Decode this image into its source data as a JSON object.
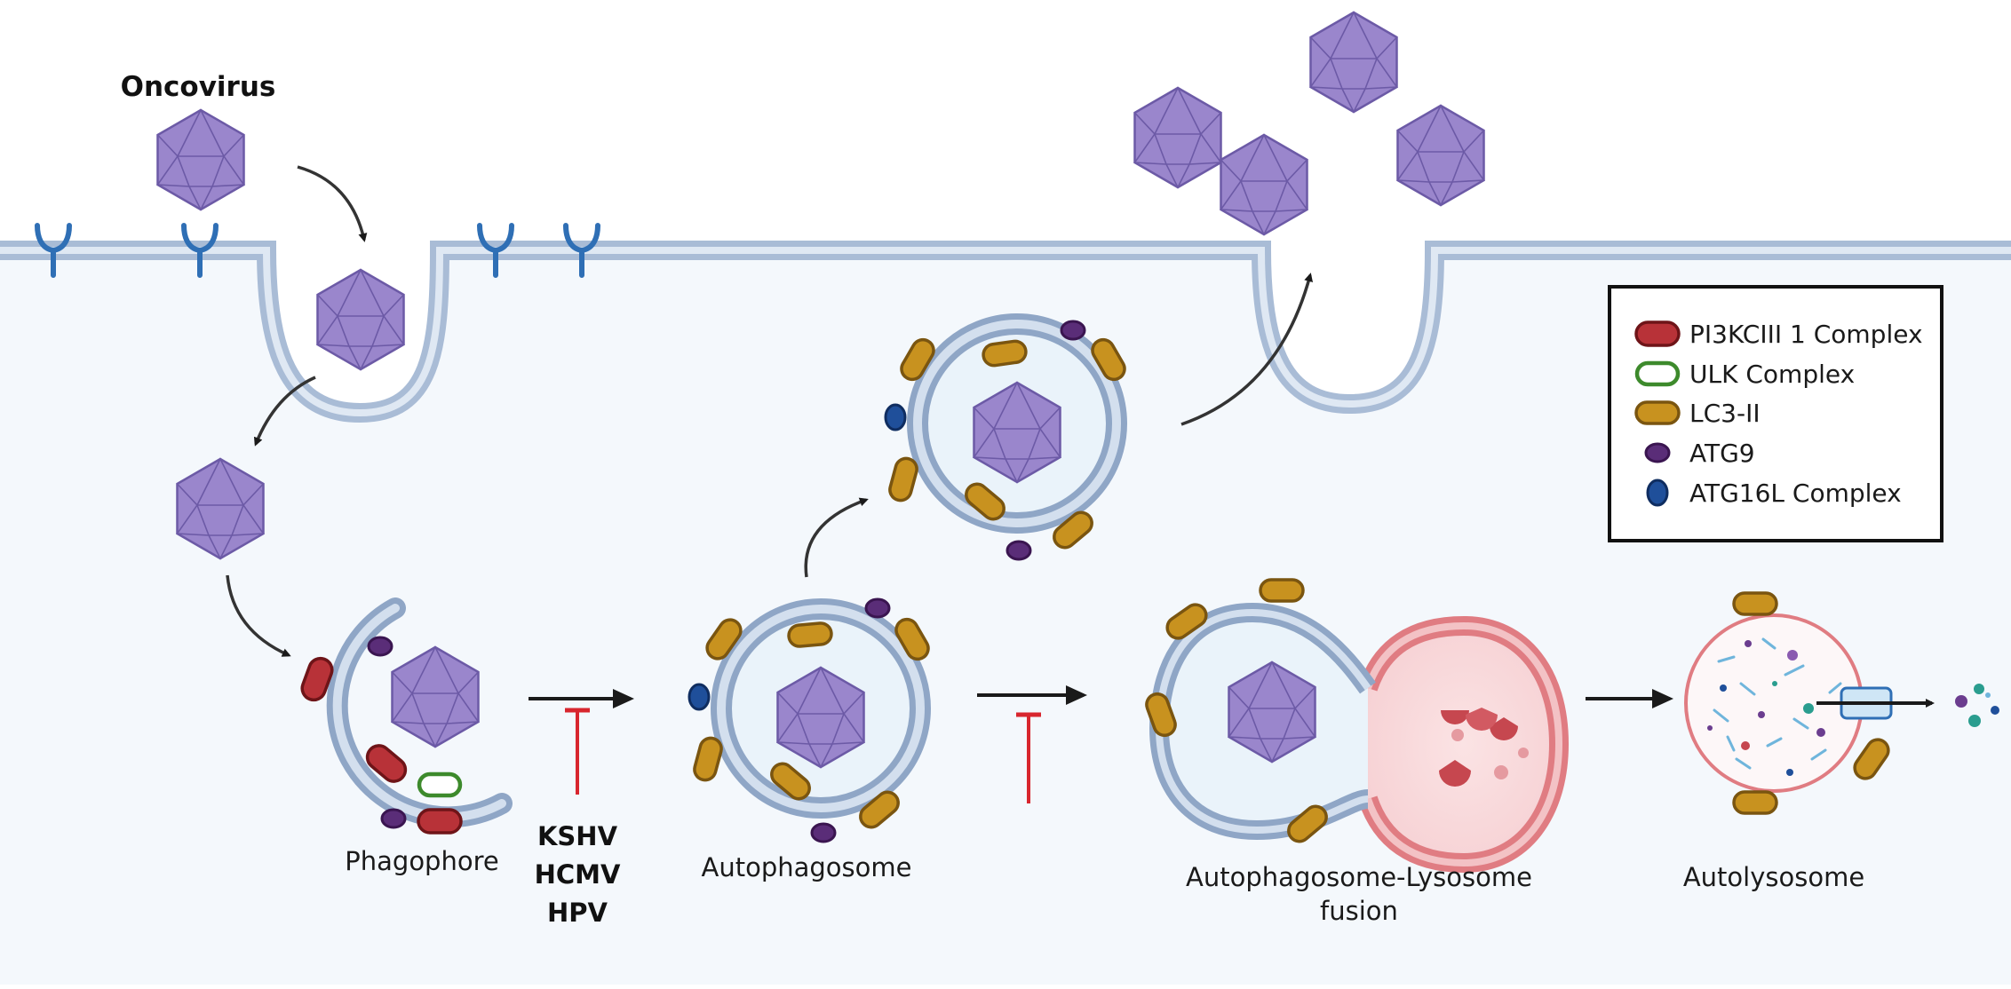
{
  "title": "Oncovirus",
  "stages": {
    "phagophore": "Phagophore",
    "autophagosome": "Autophagosome",
    "fusion_line1": "Autophagosome-Lysosome",
    "fusion_line2": "fusion",
    "autolysosome": "Autolysosome"
  },
  "inhibitors": [
    "KSHV",
    "HCMV",
    "HPV"
  ],
  "legend": [
    {
      "label": "PI3KCIII 1 Complex",
      "color": "#b83238"
    },
    {
      "label": "ULK Complex",
      "color": "#3d8a2c"
    },
    {
      "label": "LC3-II",
      "color": "#c8921f"
    },
    {
      "label": "ATG9",
      "color": "#5a2d78"
    },
    {
      "label": "ATG16L Complex",
      "color": "#1f4f9a"
    }
  ],
  "colors": {
    "virus": "#9a86cc",
    "membrane": "#a9bcd6",
    "cytoplasm": "#f4f8fc",
    "receptor": "#2f6fb5",
    "lysosome": "#e07c82",
    "inhibit": "#d8262e"
  }
}
